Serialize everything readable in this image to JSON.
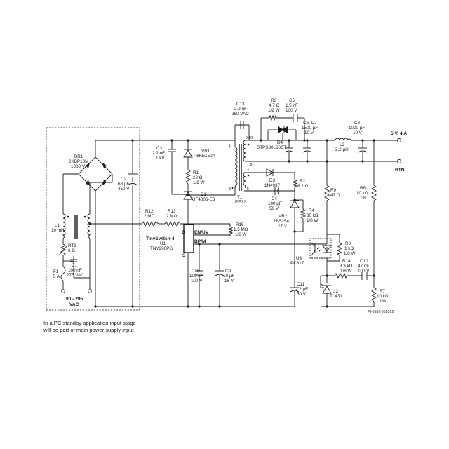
{
  "labels": {
    "c13": "C13",
    "c13_val": "2.2 nF",
    "c13_rating": "250 VAC",
    "r3": "R3",
    "r3_val": "4.7 Ω",
    "r3_rating": "1/2 W",
    "c5": "C5",
    "c5_val": "1.5 nF",
    "c5_rating": "100 V",
    "d4": "D4",
    "d4_part": "STPS30L60CT",
    "c67": "C6, C7",
    "c67_val": "1500 µF",
    "c67_rating": "10 V",
    "c8": "C8",
    "c8_val": "1000 µF",
    "c8_rating": "10 V",
    "l2": "L2",
    "l2_val": "2.2 µH",
    "vout": "5 V, 4 A",
    "rtn": "RTN",
    "c3": "C3",
    "c3_val": "2.2 nF",
    "c3_rating": "1 kV",
    "vr1": "VR1",
    "vr1_part": "P6KE150A",
    "r1": "R1",
    "r1_val": "22 Ω",
    "r1_rating": "1/2 W",
    "d1": "D1",
    "d1_part": "UF4006-E3",
    "br1": "BR1",
    "br1_part": "2KBP10M",
    "br1_rating": "1000 V",
    "c2": "C2",
    "c2_val": "68 µF",
    "c2_rating": "450 V",
    "t1": "T1",
    "t1_part": "EE22",
    "pin_910": "9,10",
    "pin_78": "7,8",
    "pin_4": "4",
    "pin_5": "5",
    "pin_3": "3",
    "pin_1": "1",
    "d3": "D3",
    "d3_part": "1N4937",
    "r2": "R2",
    "r2_val": "8.2 Ω",
    "c4": "C4",
    "c4_val": "100 µF",
    "c4_rating": "50 V",
    "r4": "R4",
    "r4_val": "30 kΩ",
    "r4_rating": "1/8 W",
    "vr2": "VR2",
    "vr2_part": "1N5254",
    "vr2_rating": "27 V",
    "r9": "R9",
    "r9_val": "47 Ω",
    "r6": "R6",
    "r6_val": "10 kΩ",
    "r6_rating": "1%",
    "l1": "L1",
    "l1_val": "10 mH",
    "r12": "R12",
    "r12_val": "2 MΩ",
    "r13": "R13",
    "r13_val": "2 MΩ",
    "r15": "R15",
    "r15_val": "1.5 MΩ",
    "r15_rating": "1/8 W",
    "ts_name": "TinySwitch-4",
    "u1": "U1",
    "u1_part": "TNY290PG",
    "pin_d": "D",
    "pin_s": "S",
    "pin_enuv": "EN/UV",
    "pin_bpm": "BP/M",
    "rt1": "RT1",
    "rt1_val": "6 Ω",
    "c1": "C1",
    "c1_val": "100 nF",
    "c1_rating": "275 VAC",
    "f1": "F1",
    "f1_val": "5 A",
    "vin": "90 - 295",
    "vin_unit": "VAC",
    "c16": "C16",
    "c16_val": "100 nF",
    "c16_rating": "100 V",
    "c9": "C9",
    "c9_val": "10 µF",
    "c9_rating": "16 V",
    "u3": "U3",
    "u3_part": "PC817",
    "r8": "R8",
    "r8_val": "1 kΩ",
    "r8_rating": "1/8 W",
    "r14": "R14",
    "r14_val": "3.3 kΩ",
    "r14_rating": "1/8 W",
    "c10": "C10",
    "c10_val": "47 nF",
    "c10_rating": "100 V",
    "c11": "C11",
    "c11_val": "2.2 µF",
    "c11_rating": "50 V",
    "u2": "U2",
    "u2_part": "TL431",
    "r7": "R7",
    "r7_val": "10 kΩ",
    "r7_rating": "1%",
    "pi_code": "PI-6559-062012",
    "note_line1": "In a PC standby application input stage",
    "note_line2": "will be part of main power supply input"
  }
}
